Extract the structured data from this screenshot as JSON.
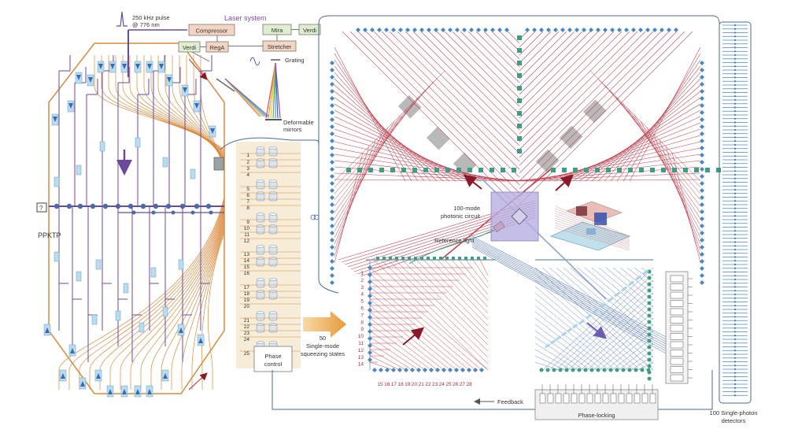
{
  "labels": {
    "pulse": "250 kHz pulse",
    "wavelength": "@ 776 nm",
    "laser_system": "Laser system",
    "compressor": "Compressor",
    "verdi_left": "Verdi",
    "rega": "RegA",
    "mira": "Mira",
    "verdi_right": "Verdi",
    "stretcher": "Stretcher",
    "grating": "Grating",
    "deformable_1": "Deformable",
    "deformable_2": "mirrors",
    "ppktp": "PPKTP",
    "phase_control_1": "Phase",
    "phase_control_2": "control",
    "squeezing_1": "50",
    "squeezing_2": "Single-mode",
    "squeezing_3": "squeezing states",
    "circuit_1": "100-mode",
    "circuit_2": "photonic circuit",
    "reference_light": "Reference light",
    "feedback": "Feedback",
    "phase_locking": "Phase-locking",
    "detectors_1": "100 Single-photon",
    "detectors_2": "detectors"
  },
  "channel_numbers": [
    "1",
    "2",
    "3",
    "4",
    "5",
    "6",
    "7",
    "8",
    "9",
    "10",
    "11",
    "12",
    "13",
    "14",
    "15",
    "16",
    "17",
    "18",
    "19",
    "20",
    "21",
    "22",
    "23",
    "24",
    "25"
  ],
  "left_numbers": [
    "1",
    "2",
    "3",
    "4",
    "5",
    "6",
    "7",
    "8",
    "9",
    "10",
    "11",
    "12",
    "13",
    "14"
  ],
  "bottom_numbers": [
    "15",
    "16",
    "17",
    "18",
    "19",
    "20",
    "21",
    "22",
    "23",
    "24",
    "25",
    "26",
    "27",
    "28"
  ],
  "colors": {
    "purple": "#6a4a9c",
    "orange": "#d98a3c",
    "red_line": "#c04050",
    "blue_line": "#5a7fbf",
    "teal": "#3e9e84",
    "blue_marker": "#4a86c0",
    "arrow_red": "#8a1a2a",
    "panel_beige": "#f6ecd8"
  }
}
